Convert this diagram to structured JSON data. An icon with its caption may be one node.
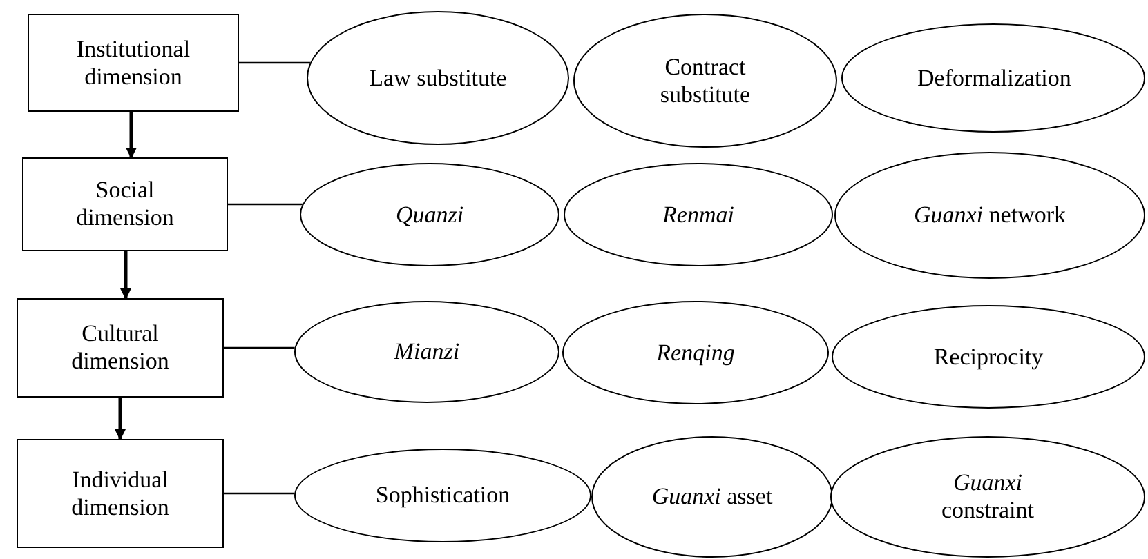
{
  "diagram": {
    "nodes": [
      {
        "text": [
          "Institutional dimension"
        ]
      },
      {
        "text": [
          "Law substitute"
        ]
      },
      {
        "text": [
          "Contract substitute"
        ]
      },
      {
        "text": [
          "Deformalization"
        ]
      },
      {
        "text": [
          "Social dimension"
        ]
      },
      {
        "text": [
          "*Quanzi*"
        ]
      },
      {
        "text": [
          "*Renmai*"
        ]
      },
      {
        "text": [
          "*Guanxi* network"
        ]
      },
      {
        "text": [
          "Cultural dimension"
        ]
      },
      {
        "text": [
          "*Mianzi*"
        ]
      },
      {
        "text": [
          "*Renqing*"
        ]
      },
      {
        "text": [
          "Reciprocity"
        ]
      },
      {
        "text": [
          "Individual dimension"
        ]
      },
      {
        "text": [
          "Sophistication"
        ]
      },
      {
        "text": [
          "*Guanxi* asset"
        ]
      },
      {
        "text": [
          "*Guanxi* constraint"
        ]
      }
    ],
    "edges": [
      {
        "from": 0,
        "to": 4,
        "arrow": "to"
      },
      {
        "from": 4,
        "to": 8,
        "arrow": "to"
      },
      {
        "from": 8,
        "to": 12,
        "arrow": "to"
      },
      {
        "from": 0,
        "to": 1,
        "arrow": "none"
      },
      {
        "from": 4,
        "to": 5,
        "arrow": "none"
      },
      {
        "from": 8,
        "to": 9,
        "arrow": "none"
      },
      {
        "from": 12,
        "to": 13,
        "arrow": "none"
      }
    ]
  }
}
